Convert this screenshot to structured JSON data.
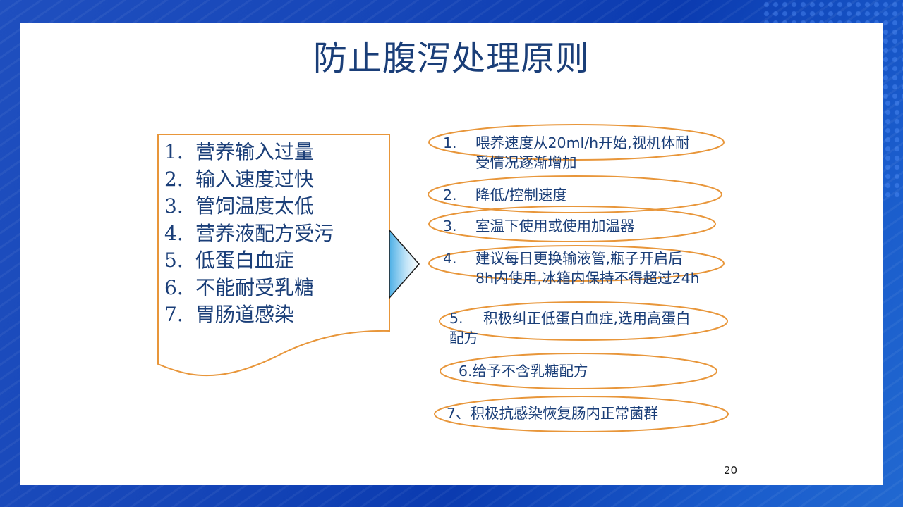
{
  "slide": {
    "title": "防止腹泻处理原则",
    "page_number": "20"
  },
  "causes": {
    "items": [
      {
        "num": "1.",
        "text": "营养输入过量"
      },
      {
        "num": "2.",
        "text": "输入速度过快"
      },
      {
        "num": "3.",
        "text": "管饲温度太低"
      },
      {
        "num": "4.",
        "text": "营养液配方受污"
      },
      {
        "num": "5.",
        "text": "低蛋白血症"
      },
      {
        "num": "6.",
        "text": "不能耐受乳糖"
      },
      {
        "num": "7.",
        "text": "胃肠道感染"
      }
    ]
  },
  "solutions": {
    "items": [
      {
        "num": "1.",
        "line1": "喂养速度从20ml/h开始,视机体耐",
        "line2": "受情况逐渐增加"
      },
      {
        "num": "2.",
        "line1": "降低/控制速度"
      },
      {
        "num": "3.",
        "line1": "室温下使用或使用加温器"
      },
      {
        "num": "4.",
        "line1": "建议每日更换输液管,瓶子开启后",
        "line2": "8h内使用,冰箱内保持不得超过24h"
      },
      {
        "num": "5.",
        "line1": "积极纠正低蛋白血症,选用高蛋白",
        "line2": "配方"
      },
      {
        "num": "6.",
        "line1": "给予不含乳糖配方"
      },
      {
        "num": "7、",
        "line1": "积极抗感染恢复肠内正常菌群"
      }
    ]
  },
  "colors": {
    "text": "#1a3e78",
    "outline": "#e8963a",
    "background": "#1646b8",
    "arrow_fill": "#5bb8ea"
  },
  "icons": {
    "arrow": "arrow-right-triangle-icon"
  }
}
